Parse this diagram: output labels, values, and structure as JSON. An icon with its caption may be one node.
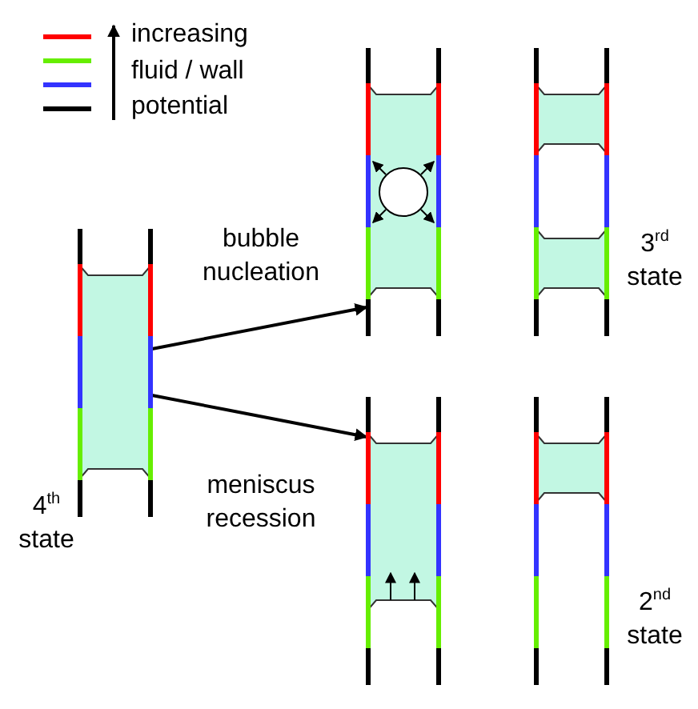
{
  "diagram": {
    "nodes": [
      {
        "text": [],
        "shape": "tube",
        "beside": [
          "4$^{th}$ state"
        ]
      },
      {
        "text": [],
        "shape": "tube"
      },
      {
        "text": [],
        "shape": "tube",
        "beside": [
          "3$^{rd}$ state"
        ]
      },
      {
        "text": [],
        "shape": "tube"
      },
      {
        "text": [],
        "shape": "tube",
        "beside": [
          "2$^{nd}$ state"
        ]
      }
    ],
    "edges": [
      {
        "from": 0,
        "to": 1,
        "arrow": "to",
        "label": "bubble nucleation"
      },
      {
        "from": 0,
        "to": 3,
        "arrow": "to",
        "label": "meniscus recession"
      }
    ],
    "labels": [
      "increasing fluid / wall potential"
    ]
  }
}
